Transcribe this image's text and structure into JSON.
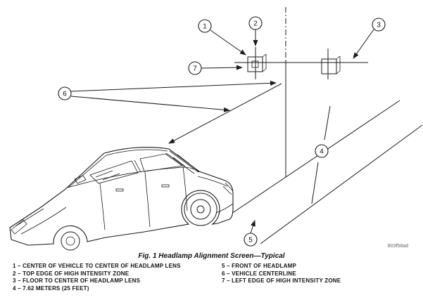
{
  "figure": {
    "caption": "Fig. 1 Headlamp Alignment Screen—Typical",
    "code": "803f58ad"
  },
  "callouts": {
    "c1": "1",
    "c2": "2",
    "c3": "3",
    "c4": "4",
    "c5": "5",
    "c6": "6",
    "c7": "7"
  },
  "legend": {
    "col1": [
      "1 – CENTER OF VEHICLE TO CENTER OF HEADLAMP LENS",
      "2 – TOP EDGE OF HIGH INTENSITY ZONE",
      "3 – FLOOR TO CENTER OF HEADLAMP LENS",
      "4 – 7.62 METERS (25 FEET)"
    ],
    "col2": [
      "5 – FRONT OF HEADLAMP",
      "6 – VEHICLE CENTERLINE",
      "7 – LEFT EDGE OF HIGH INTENSITY ZONE"
    ]
  }
}
